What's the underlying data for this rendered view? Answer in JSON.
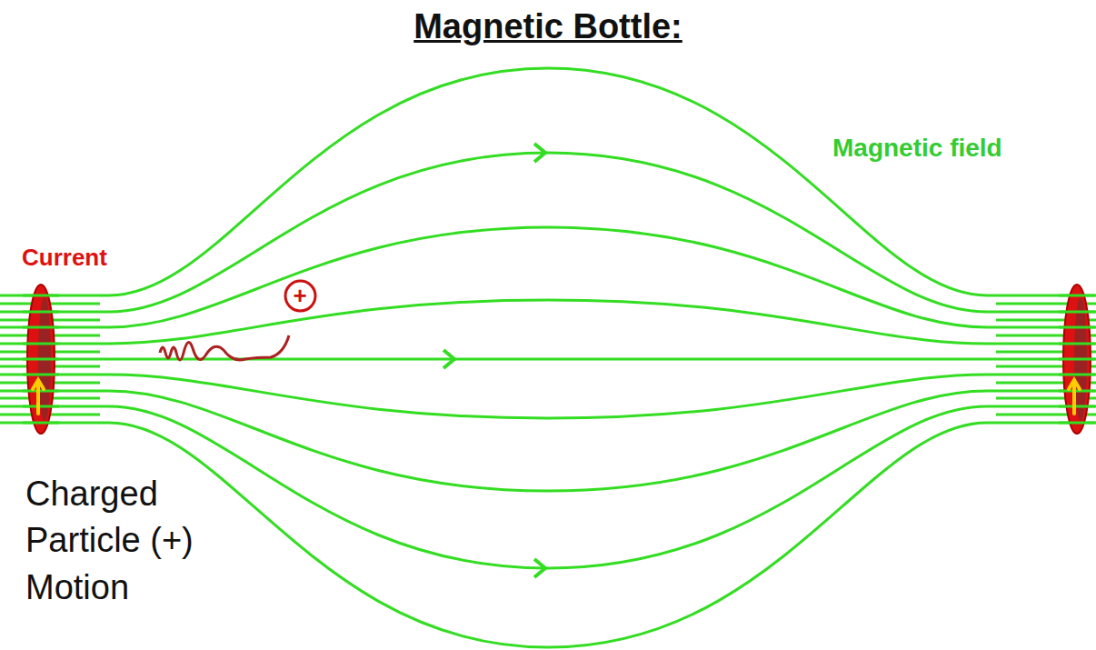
{
  "diagram": {
    "title": "Magnetic Bottle:",
    "nodes": [
      {
        "text": [
          "+"
        ]
      }
    ],
    "labels": [
      "Current",
      "Magnetic field",
      "Charged Particle (+) Motion"
    ]
  }
}
